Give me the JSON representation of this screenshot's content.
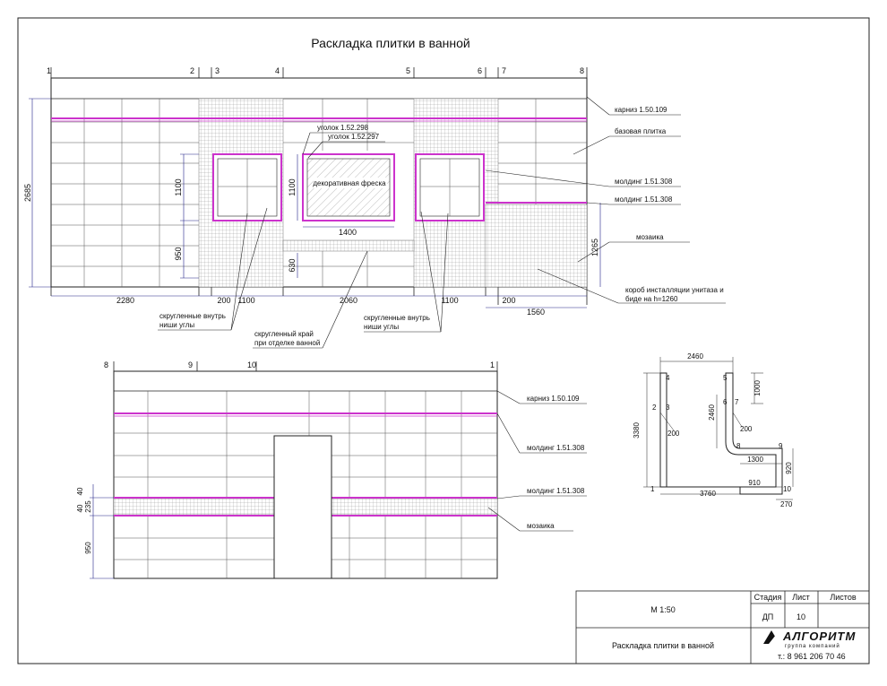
{
  "title": "Раскладка плитки в ванной",
  "colors": {
    "line": "#222222",
    "dim": "#222288",
    "moulding": "#cc33cc",
    "mosaic": "#9a9a9a",
    "grid": "#555555"
  },
  "wall1": {
    "axes": [
      "1",
      "2",
      "3",
      "4",
      "5",
      "6",
      "7",
      "8"
    ],
    "dims_bottom": [
      "2280",
      "200",
      "1100",
      "2060",
      "1100",
      "200"
    ],
    "dim_bottom2": "1560",
    "dims_left": [
      "2685",
      "1100",
      "950",
      "1100",
      "1400",
      "630",
      "1265"
    ],
    "niche_dim": "1100",
    "callouts": {
      "cornice": "карниз  1.50.109",
      "base_tile": "базовая плитка",
      "molding1": "молдинг  1.51.308",
      "molding2": "молдинг  1.51.308",
      "mosaic": "мозаика",
      "box1": "короб инсталляции унитаза и",
      "box2": "биде на h=1260",
      "corner1": "уголок 1.52.298",
      "corner2": "уголок 1.52.297",
      "fresco": "декоративная фреска",
      "rounded_in1a": "скругленные внутрь",
      "rounded_in1b": "ниши углы",
      "rounded_edge1": "скругленный край",
      "rounded_edge2": "при отделке ванной",
      "rounded_in2a": "скругленные внутрь",
      "rounded_in2b": "ниши углы"
    }
  },
  "wall2": {
    "axes": [
      "8",
      "9",
      "10",
      "1"
    ],
    "dims_left": [
      "40",
      "40",
      "235",
      "950"
    ],
    "callouts": {
      "cornice": "карниз  1.50.109",
      "molding1": "молдинг  1.51.308",
      "molding2": "молдинг  1.51.308",
      "mosaic": "мозаика"
    }
  },
  "plan": {
    "dims": [
      "2460",
      "1000",
      "2460",
      "3380",
      "200",
      "200",
      "1300",
      "920",
      "910",
      "3760",
      "270"
    ],
    "points": [
      "1",
      "2",
      "3",
      "4",
      "5",
      "6",
      "7",
      "8",
      "9",
      "10"
    ]
  },
  "title_block": {
    "scale": "М 1:50",
    "h_stage": "Стадия",
    "h_sheet": "Лист",
    "h_sheets": "Листов",
    "stage": "ДП",
    "sheet": "10",
    "name": "Раскладка плитки в ванной",
    "logo": "АЛГОРИТМ",
    "logo_sub": "группа компаний",
    "phone": "т.: 8 961 206 70 46"
  }
}
